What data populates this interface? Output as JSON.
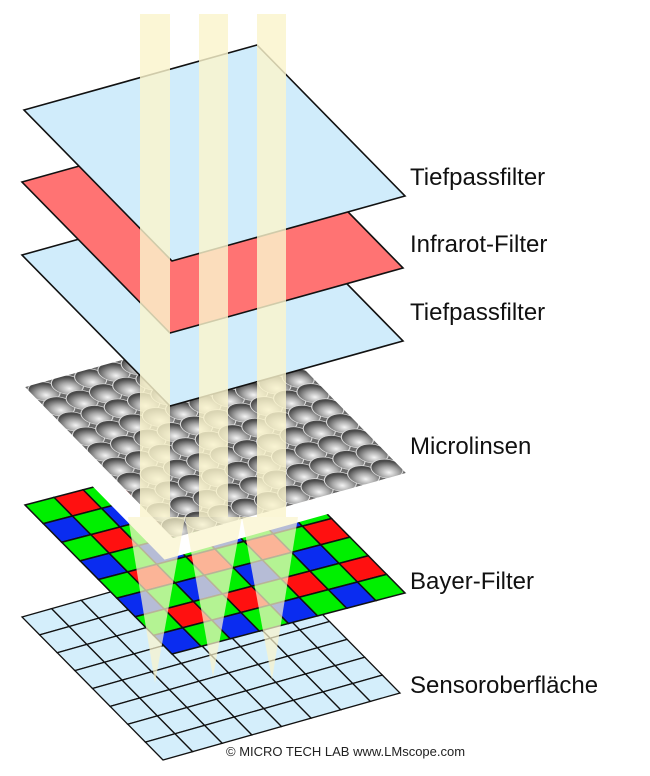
{
  "labels": {
    "tiefpass_top": "Tiefpassfilter",
    "infrarot": "Infrarot-Filter",
    "tiefpass_bottom": "Tiefpassfilter",
    "microlinsen": "Microlinsen",
    "bayer": "Bayer-Filter",
    "sensor": "Sensoroberfläche"
  },
  "copyright": "©  MICRO TECH LAB www.LMscope.com",
  "colors": {
    "lowpass": "#d0ecfb",
    "infrared": "#ff7373",
    "light_beam": "#faf4cc",
    "bayer_red": "#ff1010",
    "bayer_green": "#00f000",
    "bayer_blue": "#0a2cf0",
    "sensor_cell": "#d4eefb",
    "microlens": "#6a6a6a"
  },
  "grid": {
    "bayer_cells": 8,
    "sensor_cells": 8,
    "microlens_cells": 10
  }
}
